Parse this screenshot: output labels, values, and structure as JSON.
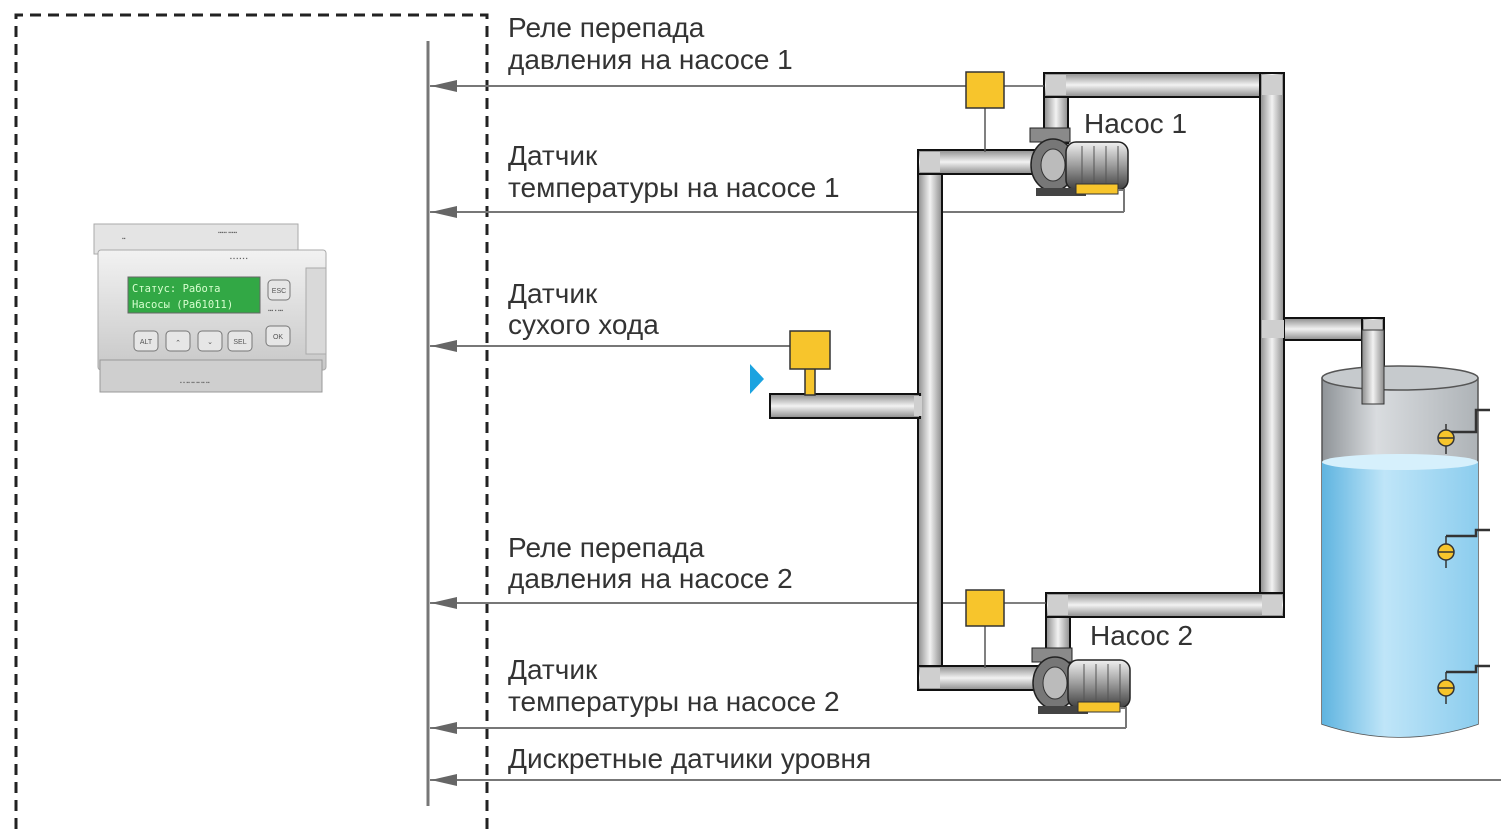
{
  "labels": {
    "pressure_relay_1_line1": "Реле перепада",
    "pressure_relay_1_line2": "давления на насосе 1",
    "temp_sensor_1_line1": "Датчик",
    "temp_sensor_1_line2": "температуры на насосе 1",
    "dry_run_line1": "Датчик",
    "dry_run_line2": "сухого хода",
    "pressure_relay_2_line1": "Реле перепада",
    "pressure_relay_2_line2": "давления на насосе 2",
    "temp_sensor_2_line1": "Датчик",
    "temp_sensor_2_line2": "температуры на насосе 2",
    "level_sensors": "Дискретные датчики уровня",
    "pump_1": "Насос 1",
    "pump_2": "Насос 2"
  },
  "controller": {
    "display_line1": "Статус: Работа",
    "display_line2": "Насосы (Раб1011)",
    "btn_esc": "ESC",
    "btn_alt": "ALT",
    "btn_sel": "SEL",
    "btn_ok": "OK"
  },
  "colors": {
    "line": "#777777",
    "sensor_yellow": "#f7c52c",
    "water": "#a9dcf5",
    "inlet_arrow": "#1ba3e0",
    "lcd_green": "#32a845"
  }
}
